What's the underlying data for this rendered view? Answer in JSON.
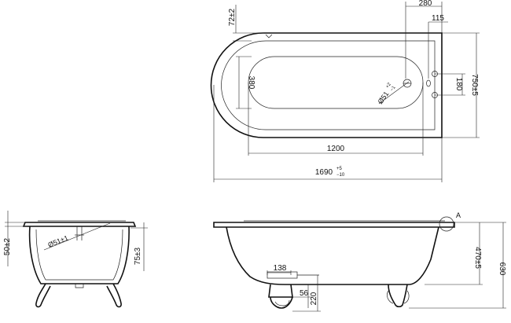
{
  "top_view": {
    "dim_72": "72±2",
    "dim_280": "280",
    "dim_115": "115",
    "dim_380": "380",
    "dim_180": "180",
    "dim_750": "750±5",
    "dim_1200": "1200",
    "dim_1690": "1690",
    "dim_1690_tol_upper": "+5",
    "dim_1690_tol_lower": "−10",
    "dim_51": "Ø51",
    "dim_51_tol_upper": "+2",
    "dim_51_tol_lower": "−1"
  },
  "end_view": {
    "dim_50": "50±2",
    "dim_51": "Ø51±1",
    "dim_75": "75±3"
  },
  "side_view": {
    "label_a": "A",
    "dim_138": "138",
    "dim_56": "56",
    "dim_220": "220",
    "dim_470": "470±5",
    "dim_630": "630"
  }
}
